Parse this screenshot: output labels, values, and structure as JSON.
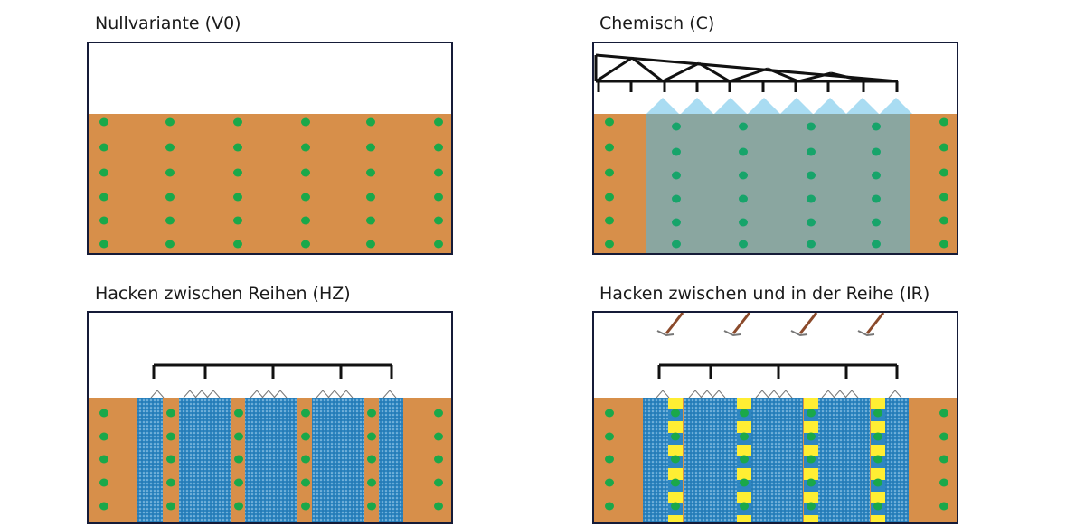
{
  "panels": [
    {
      "id": "v0",
      "title": "Nullvariante (V0)"
    },
    {
      "id": "c",
      "title": "Chemisch (C)"
    },
    {
      "id": "hz",
      "title": "Hacken zwischen Reihen (HZ)"
    },
    {
      "id": "ir",
      "title": "Hacken zwischen und in der Reihe (IR)"
    }
  ],
  "colors": {
    "soil": "#d78f4a",
    "plant": "#1aa84a",
    "plant_treated": "#17a46a",
    "spray_overlay": "#8aa6a0",
    "nozzle_spray": "#a9dcf2",
    "hoed_area": "#2e86c1",
    "in_row_tool": "#ffee33",
    "frame": "#151b38",
    "boom": "#111111",
    "finger_handle": "#8b4a2b"
  },
  "icons": [
    "sprayer-boom-icon",
    "hoe-tine-icon",
    "finger-weeder-icon"
  ]
}
